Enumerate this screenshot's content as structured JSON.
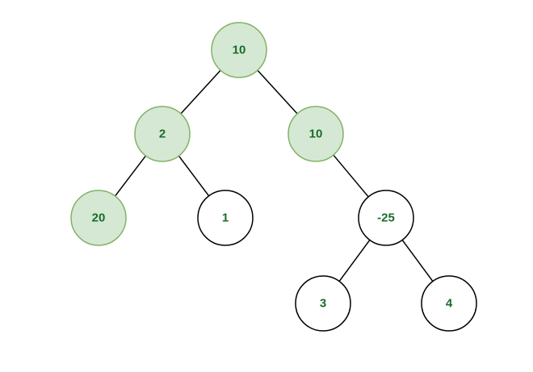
{
  "colors": {
    "highlight_fill": "#d5e8d4",
    "highlight_stroke": "#82b366",
    "plain_fill": "#ffffff",
    "plain_stroke": "#000000",
    "label": "#1b6b2a",
    "edge": "#000000"
  },
  "tree": {
    "nodes": [
      {
        "id": "root",
        "label": "10",
        "highlighted": true
      },
      {
        "id": "root-left",
        "label": "2",
        "highlighted": true
      },
      {
        "id": "root-right",
        "label": "10",
        "highlighted": true
      },
      {
        "id": "left-left",
        "label": "20",
        "highlighted": true
      },
      {
        "id": "left-right",
        "label": "1",
        "highlighted": false
      },
      {
        "id": "right-right",
        "label": "-25",
        "highlighted": false
      },
      {
        "id": "rr-left",
        "label": "3",
        "highlighted": false
      },
      {
        "id": "rr-right",
        "label": "4",
        "highlighted": false
      }
    ],
    "edges": [
      [
        "root",
        "root-left"
      ],
      [
        "root",
        "root-right"
      ],
      [
        "root-left",
        "left-left"
      ],
      [
        "root-left",
        "left-right"
      ],
      [
        "root-right",
        "right-right"
      ],
      [
        "right-right",
        "rr-left"
      ],
      [
        "right-right",
        "rr-right"
      ]
    ]
  }
}
